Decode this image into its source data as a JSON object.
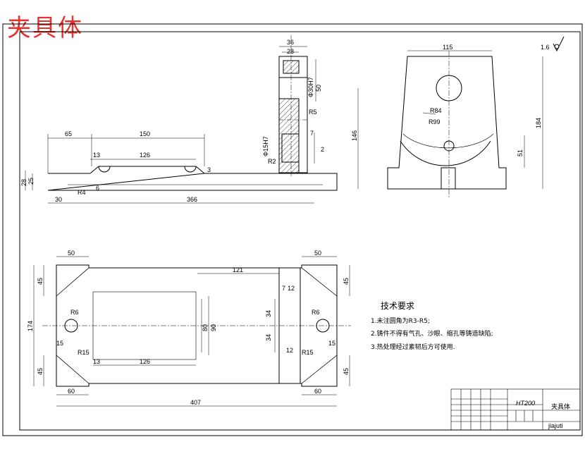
{
  "stamp": "夹具体",
  "roughness_symbol": "1.6",
  "front_view": {
    "dims": {
      "d36": "36",
      "d28": "28",
      "d50": "50",
      "phi30h7": "Φ30H7",
      "r5": "R5",
      "d65": "65",
      "d150": "150",
      "d13": "13",
      "d126": "126",
      "d3": "3",
      "d25": "25",
      "d28b": "28",
      "d6": "6",
      "r4": "R4",
      "d366": "366",
      "d30": "30",
      "d7": "7",
      "d2": "2",
      "phi15h7": "Φ15H7",
      "r2": "R2"
    }
  },
  "side_view": {
    "dims": {
      "d115": "115",
      "r84": "R84",
      "r99": "R99",
      "d146": "146",
      "d184": "184",
      "d51": "51"
    }
  },
  "top_view": {
    "dims": {
      "d50tl": "50",
      "d50tr": "50",
      "d121": "121",
      "d45a": "45",
      "d45b": "45",
      "d45c": "45",
      "d45d": "45",
      "d174": "174",
      "r6l": "R6",
      "r6r": "R6",
      "d15l": "15",
      "d15r": "15",
      "r15l": "R15",
      "r15r": "R15",
      "d13": "13",
      "d126": "126",
      "d80": "80",
      "d90": "90",
      "d7": "7",
      "d12": "12",
      "d34a": "34",
      "d34b": "34",
      "d12b": "12",
      "d60l": "60",
      "d60r": "60",
      "d407": "407"
    }
  },
  "technical_requirements": {
    "title": "技术要求",
    "items": [
      "1.未注圆角为R3-R5;",
      "2.铸件不得有气孔、沙眼、缩孔等铸造缺陷;",
      "3.热处理经过紊韧后方可使用."
    ]
  },
  "title_block": {
    "material": "HT200",
    "drawing_name": "夹具体",
    "designer": "jiajuti"
  }
}
